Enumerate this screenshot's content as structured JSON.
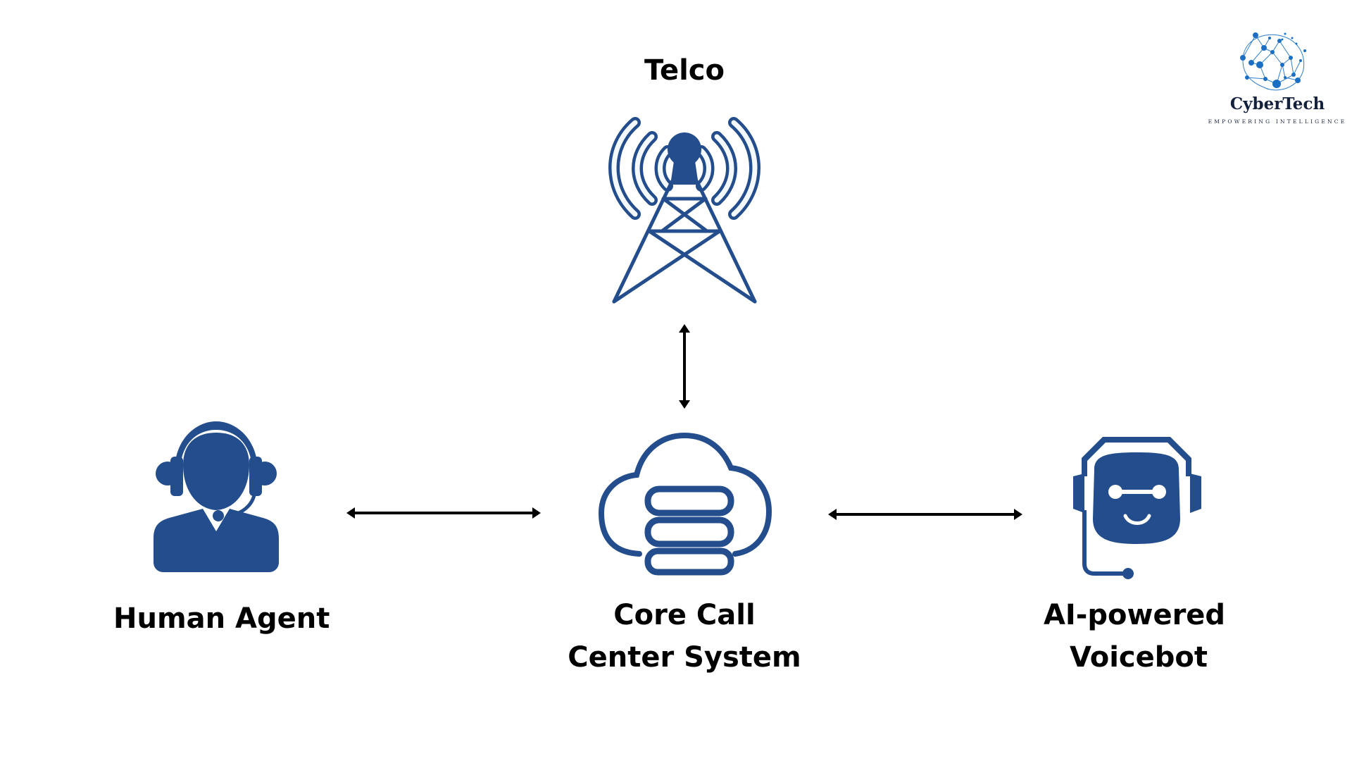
{
  "diagram": {
    "title": "Call center architecture",
    "colors": {
      "icon": "#234d8c",
      "arrow": "#000000",
      "text": "#000000",
      "logo_accent": "#1a6fc4",
      "logo_text": "#14213d"
    },
    "nodes": {
      "telco": {
        "label": "Telco",
        "icon": "cell-tower-icon"
      },
      "core": {
        "label_line1": "Core Call",
        "label_line2": "Center System",
        "icon": "cloud-server-icon"
      },
      "human": {
        "label": "Human Agent",
        "icon": "headset-agent-icon"
      },
      "bot": {
        "label_line1": "AI-powered",
        "label_line2": "Voicebot",
        "icon": "robot-headset-icon"
      }
    },
    "edges": [
      {
        "from": "telco",
        "to": "core",
        "type": "bidirectional"
      },
      {
        "from": "human",
        "to": "core",
        "type": "bidirectional"
      },
      {
        "from": "core",
        "to": "bot",
        "type": "bidirectional"
      }
    ]
  },
  "logo": {
    "name": "CyberTech",
    "tagline": "EMPOWERING INTELLIGENCE"
  }
}
